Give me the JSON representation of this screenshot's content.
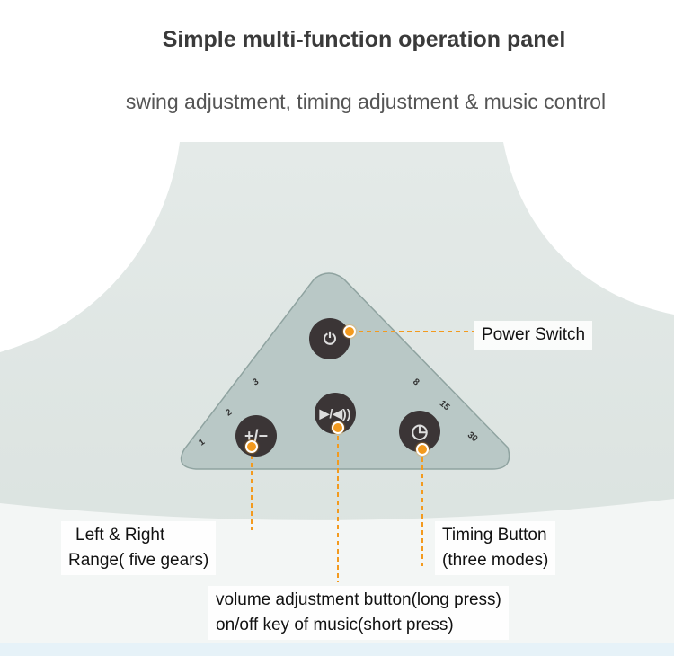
{
  "title": "Simple multi-function operation panel",
  "subtitle": "swing adjustment, timing adjustment & music control",
  "panel": {
    "swing_numbers": [
      "1",
      "2",
      "3"
    ],
    "timer_numbers": [
      "8",
      "15",
      "30"
    ],
    "buttons": {
      "power": "power-icon",
      "swing": "+/−",
      "music": "play-volume-icon",
      "timer": "clock-icon"
    }
  },
  "labels": {
    "power": "Power Switch",
    "swing_line1": "Left & Right",
    "swing_line2": "Range( five gears)",
    "timer_line1": "Timing Button",
    "timer_line2": "(three modes)",
    "volume_line1": "volume adjustment button(long press)",
    "volume_line2": "on/off key of music(short press)"
  },
  "colors": {
    "accent": "#f39a1e",
    "base": "#dfe6e3"
  }
}
